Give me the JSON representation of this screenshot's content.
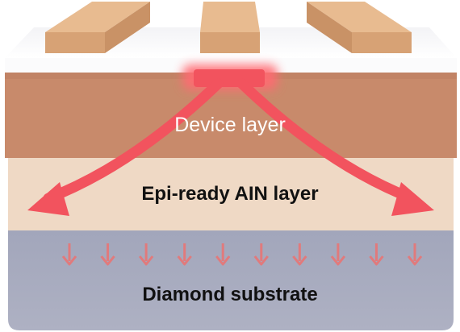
{
  "layers": {
    "device": {
      "label": "Device layer",
      "color": "#c88a6b"
    },
    "epi": {
      "label": "Epi-ready AIN layer",
      "color": "#efd9c5"
    },
    "substrate": {
      "label": "Diamond substrate",
      "color": "#a6a9bd"
    }
  },
  "electrodes": {
    "count": 3,
    "color": "#d9a578"
  },
  "hotspot": {
    "color": "#f2535e"
  },
  "heat_arrows": {
    "color": "#f2535e",
    "count": 2
  },
  "down_arrows": {
    "color": "#e17a7c",
    "count": 10
  }
}
